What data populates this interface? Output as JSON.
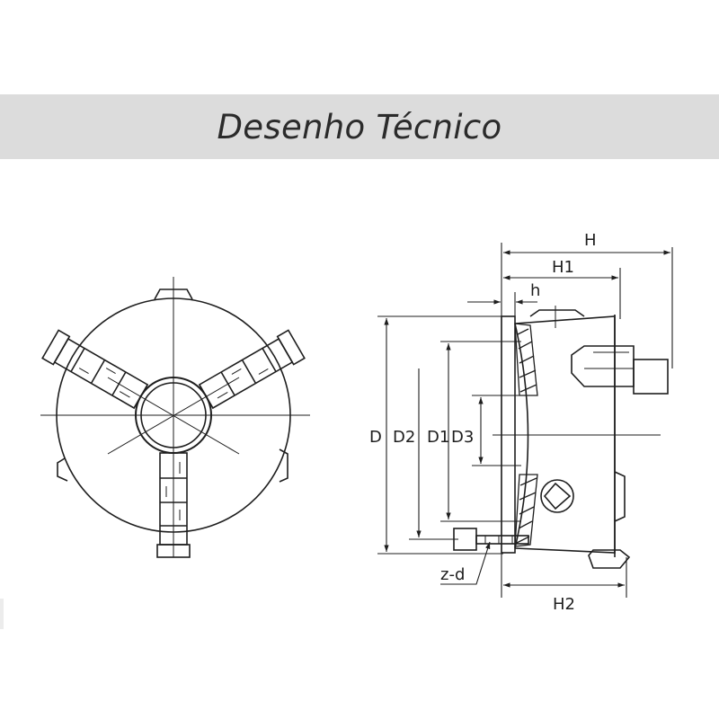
{
  "header": {
    "title": "Desenho Técnico",
    "background": "#dcdcdc"
  },
  "drawing": {
    "line_color": "#1e1e1e",
    "dimension_labels": {
      "H": "H",
      "H1": "H1",
      "h": "h",
      "D": "D",
      "D2": "D2",
      "D1": "D1",
      "D3": "D3",
      "z_d": "z-d",
      "H2": "H2"
    }
  }
}
